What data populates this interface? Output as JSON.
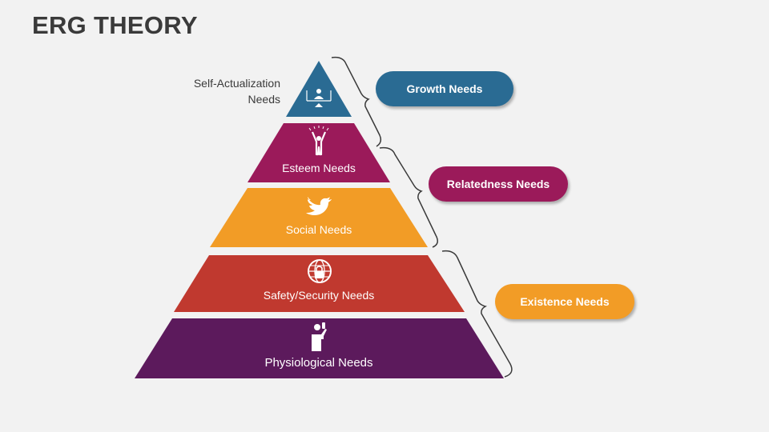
{
  "title": "ERG THEORY",
  "levels": [
    {
      "id": "self-actualization",
      "label_line1": "Self-Actualization",
      "label_line2": "Needs",
      "color": "#2a6b93",
      "icon": "presenter-icon"
    },
    {
      "id": "esteem",
      "label": "Esteem Needs",
      "color": "#9b1a5a",
      "icon": "celebrating-person-icon"
    },
    {
      "id": "social",
      "label": "Social Needs",
      "color": "#f29c26",
      "icon": "bird-icon"
    },
    {
      "id": "safety",
      "label": "Safety/Security Needs",
      "color": "#c0392f",
      "icon": "globe-lock-icon"
    },
    {
      "id": "physiological",
      "label": "Physiological Needs",
      "color": "#5c1a5c",
      "icon": "drinking-person-icon"
    }
  ],
  "groups": [
    {
      "id": "growth",
      "label": "Growth Needs",
      "color": "#2a6b93"
    },
    {
      "id": "relatedness",
      "label": "Relatedness Needs",
      "color": "#9b1a5a"
    },
    {
      "id": "existence",
      "label": "Existence Needs",
      "color": "#f29c26"
    }
  ]
}
